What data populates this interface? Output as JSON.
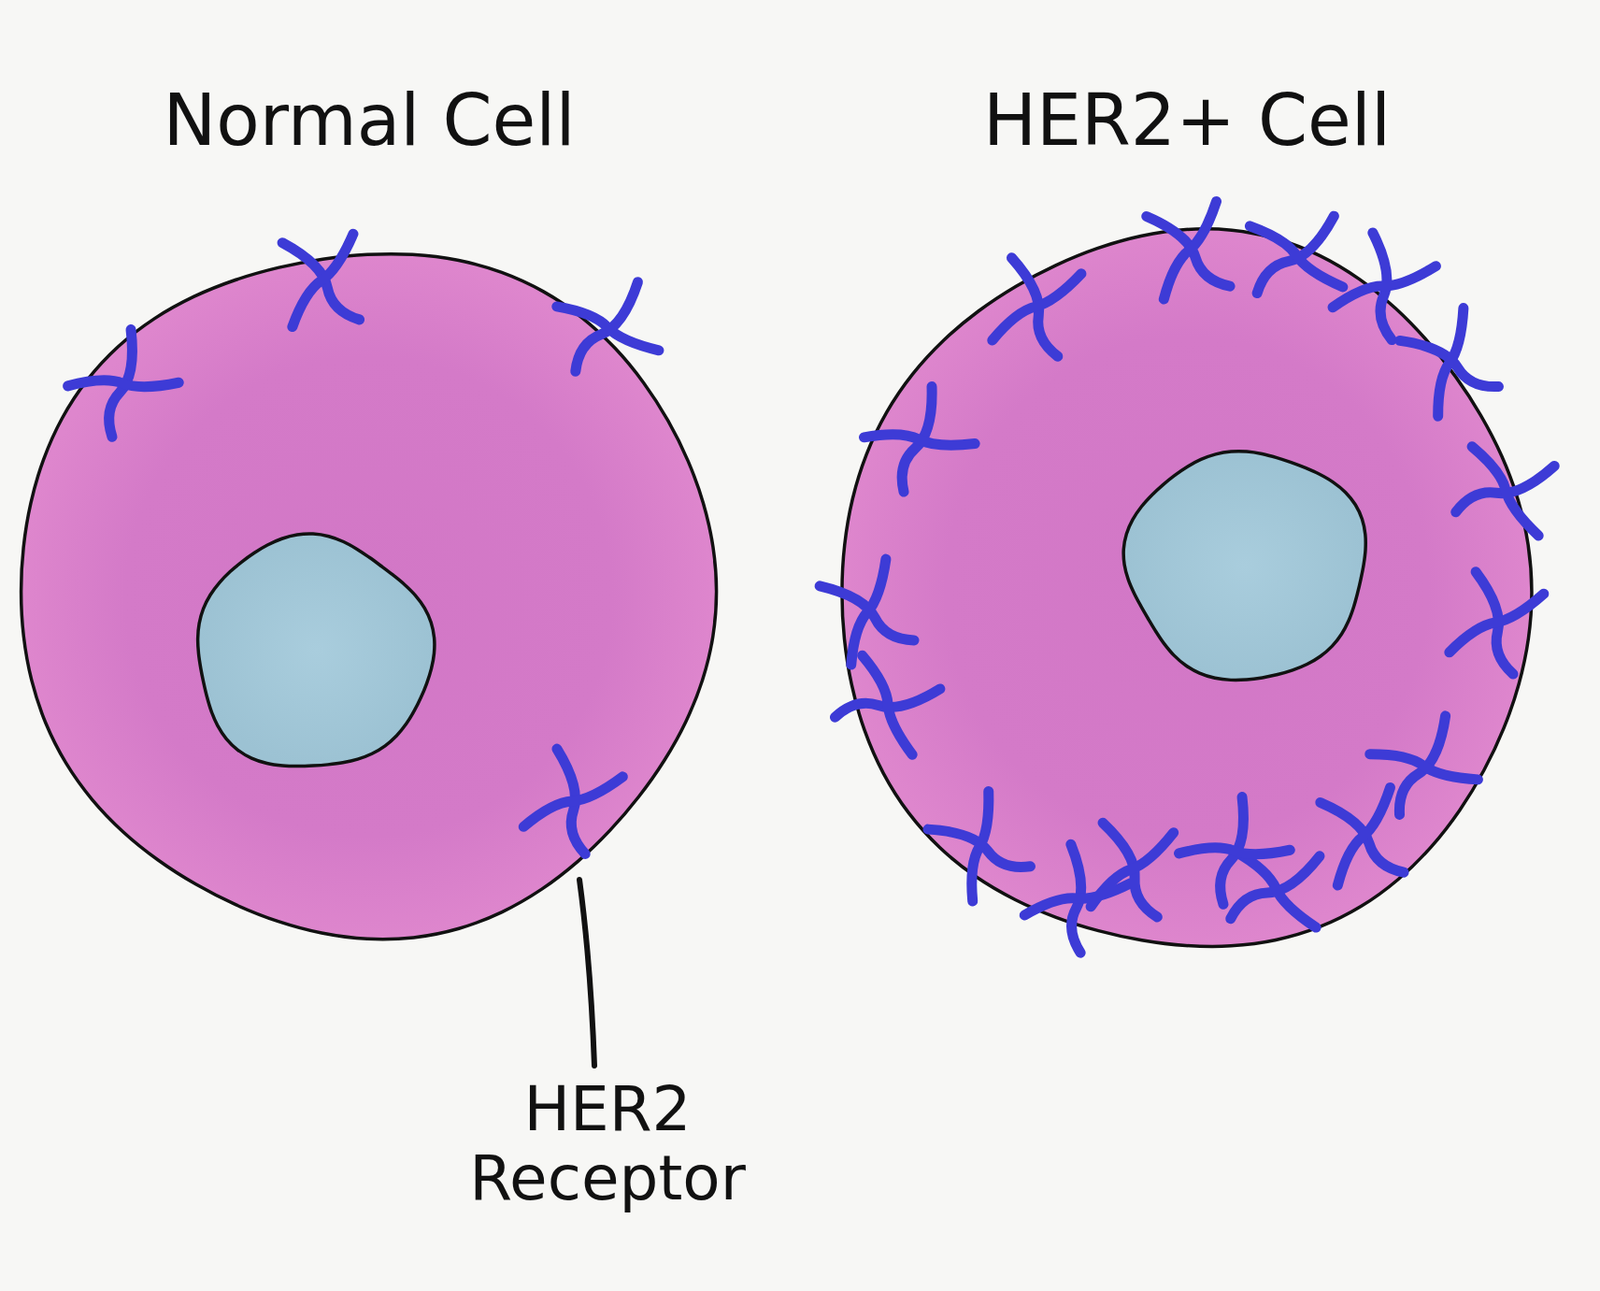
{
  "diagram": {
    "nodes": [
      {
        "text": [
          "Normal Cell"
        ]
      },
      {
        "text": [
          "HER2+ Cell"
        ]
      }
    ],
    "labels": [
      "HER2 Receptor"
    ]
  }
}
